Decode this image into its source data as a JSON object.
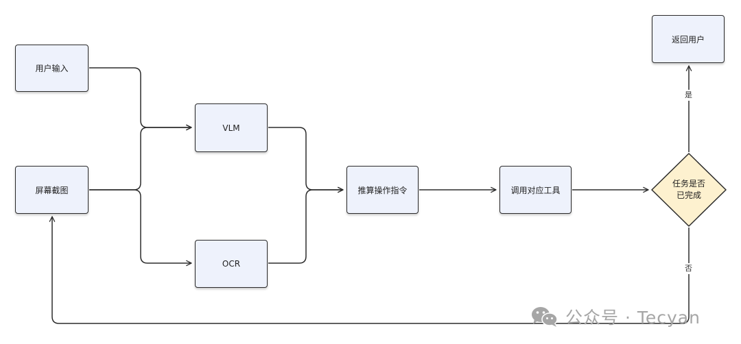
{
  "nodes": {
    "user_input": "用户输入",
    "screenshot": "屏幕截图",
    "vlm": "VLM",
    "ocr": "OCR",
    "infer": "推算操作指令",
    "call_tool": "调用对应工具",
    "return_user": "返回用户",
    "decision_line1": "任务是否",
    "decision_line2": "已完成"
  },
  "edge_labels": {
    "yes": "是",
    "no": "否"
  },
  "watermark": {
    "text": "公众号 · Tecyan",
    "icon": "wechat-icon"
  },
  "colors": {
    "box_fill": "#eef2fc",
    "decision_fill": "#fdf1cf",
    "stroke": "#2b2b2b",
    "watermark": "#a6a6a6"
  }
}
